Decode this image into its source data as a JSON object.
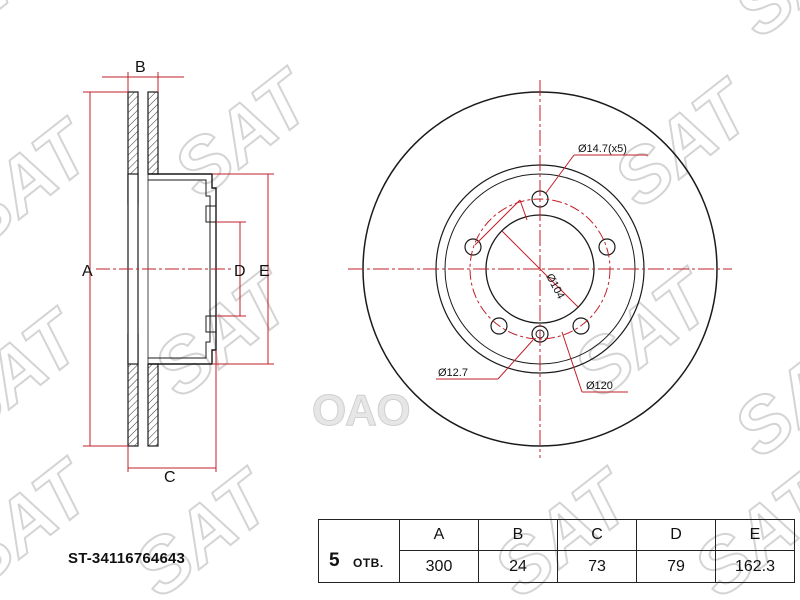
{
  "part_number": "ST-34116764643",
  "holes": {
    "count": "5",
    "unit": "ОТВ."
  },
  "dimension_table": {
    "headers": [
      "A",
      "B",
      "C",
      "D",
      "E"
    ],
    "values": [
      "300",
      "24",
      "73",
      "79",
      "162.3"
    ]
  },
  "side_view_labels": {
    "a": "A",
    "b": "B",
    "c": "C",
    "d": "D",
    "e": "E"
  },
  "front_view_labels": {
    "bolt_hole": "Ø14.7(x5)",
    "center_bore": "Ø104",
    "pin_hole": "Ø12.7",
    "bolt_circle": "Ø120"
  },
  "watermark": "SAT",
  "watermark_ru": "ОАО",
  "colors": {
    "line": "#1a1a1a",
    "dimension": "#c0202a",
    "watermark": "#d0d0d0"
  }
}
